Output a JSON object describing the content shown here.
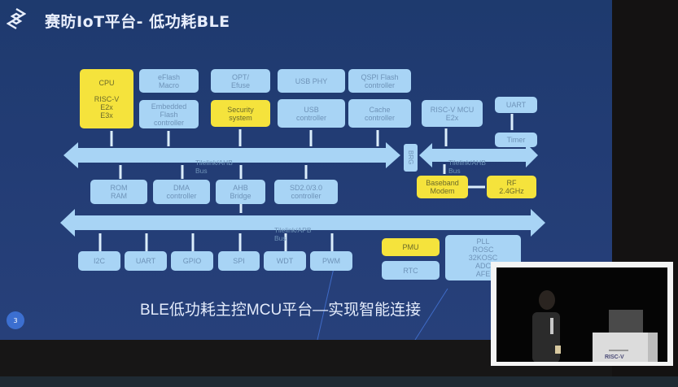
{
  "slide": {
    "title": "赛昉IoT平台- 低功耗BLE",
    "subtitle": "BLE低功耗主控MCU平台—实现智能连接",
    "page_number": "3",
    "logo": "starfive-logo-icon",
    "colors": {
      "background": "#223c74",
      "block_blue": "#a8d4f5",
      "block_yellow": "#f5e33c",
      "text_light": "#e8eefc"
    }
  },
  "diagram": {
    "top_blocks": [
      {
        "id": "cpu",
        "label": "CPU\n\nRISC-V\nE2x\nE3x",
        "highlight": true
      },
      {
        "id": "eflash-macro",
        "label": "eFlash\nMacro",
        "highlight": false
      },
      {
        "id": "embedded-flash",
        "label": "Embedded\nFlash\ncontroller",
        "highlight": false
      },
      {
        "id": "opt-efuse",
        "label": "OPT/\nEfuse",
        "highlight": false
      },
      {
        "id": "security",
        "label": "Security\nsystem",
        "highlight": true
      },
      {
        "id": "usb-phy",
        "label": "USB PHY",
        "highlight": false
      },
      {
        "id": "usb-controller",
        "label": "USB\ncontroller",
        "highlight": false
      },
      {
        "id": "qspi-flash",
        "label": "QSPI Flash\ncontroller",
        "highlight": false
      },
      {
        "id": "cache",
        "label": "Cache\ncontroller",
        "highlight": false
      }
    ],
    "ahb_bus_left": "Tilelink/AHB Bus",
    "brg": "BRG",
    "ahb_bus_right": "Tilelink/AHB Bus",
    "right_blocks": [
      {
        "id": "riscv-mcu",
        "label": "RISC-V MCU\nE2x",
        "highlight": false
      },
      {
        "id": "uart-right",
        "label": "UART",
        "highlight": false
      },
      {
        "id": "timer",
        "label": "Timer",
        "highlight": false
      },
      {
        "id": "baseband",
        "label": "Baseband\nModem",
        "highlight": true
      },
      {
        "id": "rf",
        "label": "RF\n2.4GHz",
        "highlight": true
      }
    ],
    "mid_blocks": [
      {
        "id": "rom-ram",
        "label": "ROM\nRAM",
        "highlight": false
      },
      {
        "id": "dma",
        "label": "DMA\ncontroller",
        "highlight": false
      },
      {
        "id": "ahb-bridge",
        "label": "AHB\nBridge",
        "highlight": false
      },
      {
        "id": "sd",
        "label": "SD2.0/3.0\ncontroller",
        "highlight": false
      }
    ],
    "apb_bus": "Tilelink/APB Bus",
    "apb_blocks": [
      {
        "id": "i2c",
        "label": "I2C"
      },
      {
        "id": "uart",
        "label": "UART"
      },
      {
        "id": "gpio",
        "label": "GPIO"
      },
      {
        "id": "spi",
        "label": "SPI"
      },
      {
        "id": "wdt",
        "label": "WDT"
      },
      {
        "id": "pwm",
        "label": "PWM"
      }
    ],
    "power_blocks": [
      {
        "id": "pmu",
        "label": "PMU",
        "highlight": true
      },
      {
        "id": "rtc",
        "label": "RTC",
        "highlight": false
      },
      {
        "id": "analog",
        "label": "PLL\nROSC\n32KOSC\nADC\nAFE",
        "highlight": false
      }
    ]
  },
  "video_overlay": {
    "description": "speaker-camera-feed",
    "podium_logo": "RISC-V"
  }
}
